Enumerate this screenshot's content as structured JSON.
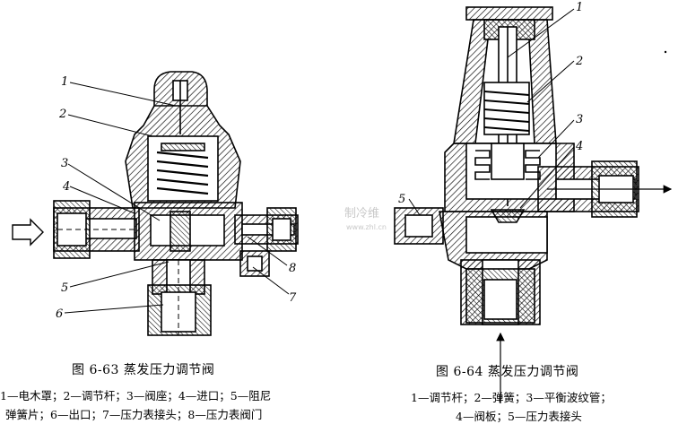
{
  "figure_left": {
    "caption": "图 6-63   蒸发压力调节阀",
    "legend_line1": "1—电木罩；2—调节杆；3—阀座；4—进口；5—阻尼",
    "legend_line2": "弹簧片；6—出口；7—压力表接头；8—压力表阀门",
    "labels": [
      "1",
      "2",
      "3",
      "4",
      "5",
      "6",
      "7",
      "8"
    ]
  },
  "figure_right": {
    "caption": "图 6-64   蒸发压力调节阀",
    "legend_line1": "1—调节杆；2—弹簧；3—平衡波纹管；",
    "legend_line2": "4—阀板；5—压力表接头",
    "labels": [
      "1",
      "2",
      "3",
      "4",
      "5"
    ]
  },
  "watermark": {
    "line1": "制冷维",
    "line2": "www.zhl.cn"
  }
}
